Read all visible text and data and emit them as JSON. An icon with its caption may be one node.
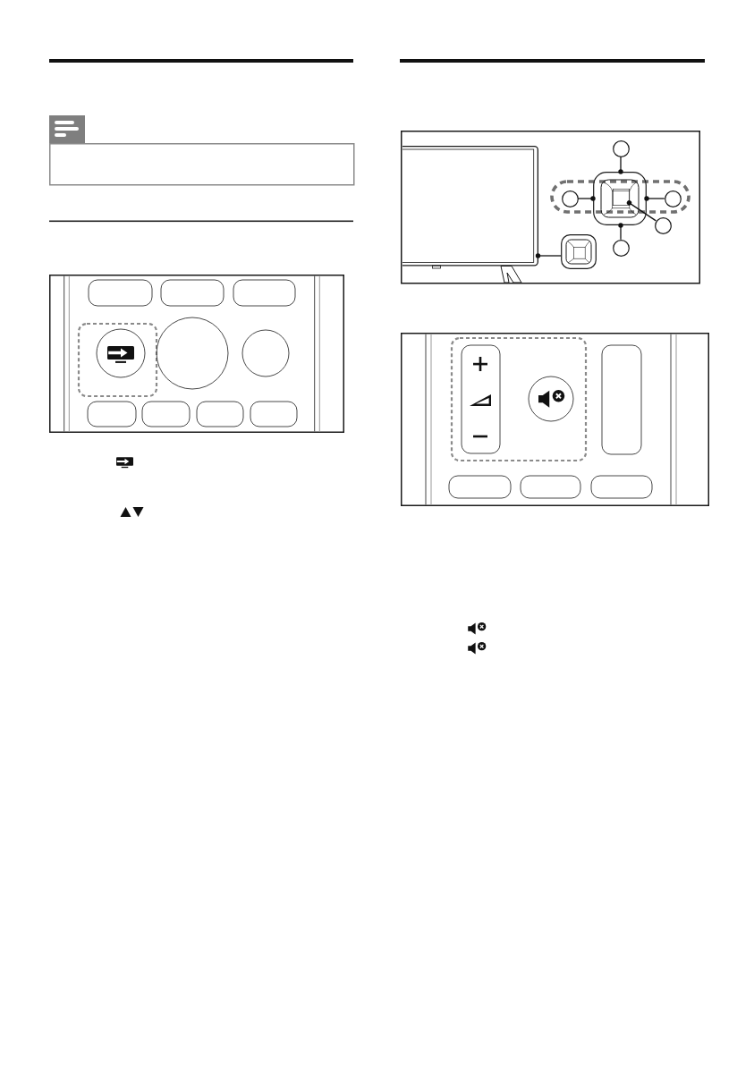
{
  "diagram": {
    "nodes": [
      {
        "text": [],
        "shape": "box"
      },
      {
        "text": [],
        "shape": "box"
      },
      {
        "text": [],
        "shape": "picture"
      },
      {
        "text": [],
        "shape": "box",
        "in": 2
      },
      {
        "text": [],
        "shape": "circle"
      },
      {
        "text": [],
        "shape": "circle"
      },
      {
        "text": [],
        "shape": "circle"
      },
      {
        "text": [],
        "shape": "circle"
      },
      {
        "text": [],
        "shape": "circle"
      },
      {
        "text": [],
        "shape": "picture"
      }
    ],
    "edges": [
      {
        "from": 4,
        "to": 2,
        "arrow": "other"
      },
      {
        "from": 5,
        "to": 2,
        "arrow": "other"
      },
      {
        "from": 6,
        "to": 2,
        "arrow": "other"
      },
      {
        "from": 7,
        "to": 3,
        "arrow": "other"
      },
      {
        "from": 8,
        "to": 2,
        "arrow": "other"
      },
      {
        "from": 9,
        "to": 1,
        "arrow": "other"
      }
    ]
  }
}
